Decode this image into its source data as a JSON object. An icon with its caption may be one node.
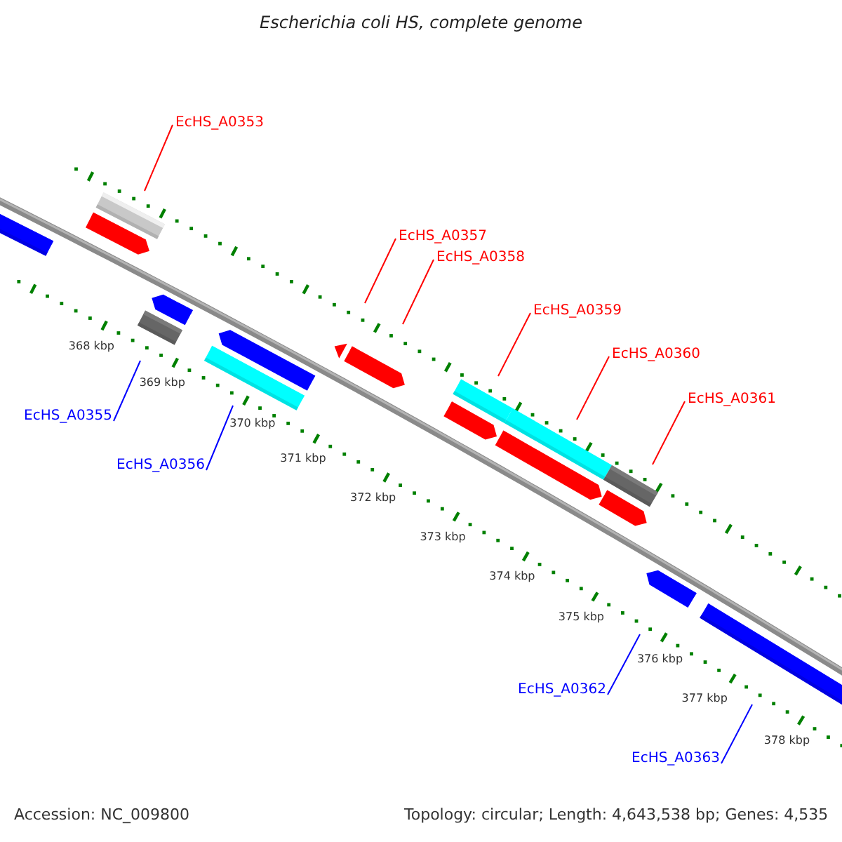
{
  "diagram": {
    "title": "Escherichia coli HS, complete genome",
    "nodes": [
      {
        "text": [
          "EcHS_A0353"
        ]
      },
      {
        "text": [
          "EcHS_A0357"
        ]
      },
      {
        "text": [
          "EcHS_A0358"
        ]
      },
      {
        "text": [
          "EcHS_A0359"
        ]
      },
      {
        "text": [
          "EcHS_A0360"
        ]
      },
      {
        "text": [
          "EcHS_A0361"
        ]
      },
      {
        "text": [
          "EcHS_A0355"
        ]
      },
      {
        "text": [
          "EcHS_A0356"
        ]
      },
      {
        "text": [
          "EcHS_A0362"
        ]
      },
      {
        "text": [
          "EcHS_A0363"
        ]
      }
    ],
    "edges": [
      {
        "from": 0,
        "to": null,
        "arrow": "none"
      },
      {
        "from": 1,
        "to": null,
        "arrow": "none"
      },
      {
        "from": 2,
        "to": null,
        "arrow": "none"
      },
      {
        "from": 3,
        "to": null,
        "arrow": "none"
      },
      {
        "from": 4,
        "to": null,
        "arrow": "none"
      },
      {
        "from": 5,
        "to": null,
        "arrow": "none"
      },
      {
        "from": 6,
        "to": null,
        "arrow": "none",
        "color": "#0000ff"
      },
      {
        "from": 7,
        "to": null,
        "arrow": "none",
        "color": "#0000ff"
      },
      {
        "from": 8,
        "to": null,
        "arrow": "none",
        "color": "#0000ff"
      },
      {
        "from": 9,
        "to": null,
        "arrow": "none",
        "color": "#0000ff"
      }
    ],
    "labels": [
      "368 kbp",
      "369 kbp",
      "370 kbp",
      "371 kbp",
      "372 kbp",
      "373 kbp",
      "374 kbp",
      "375 kbp",
      "376 kbp",
      "377 kbp",
      "378 kbp",
      "Accession: NC_009800",
      "Topology: circular; Length: 4,643,538 bp; Genes: 4,535"
    ]
  }
}
